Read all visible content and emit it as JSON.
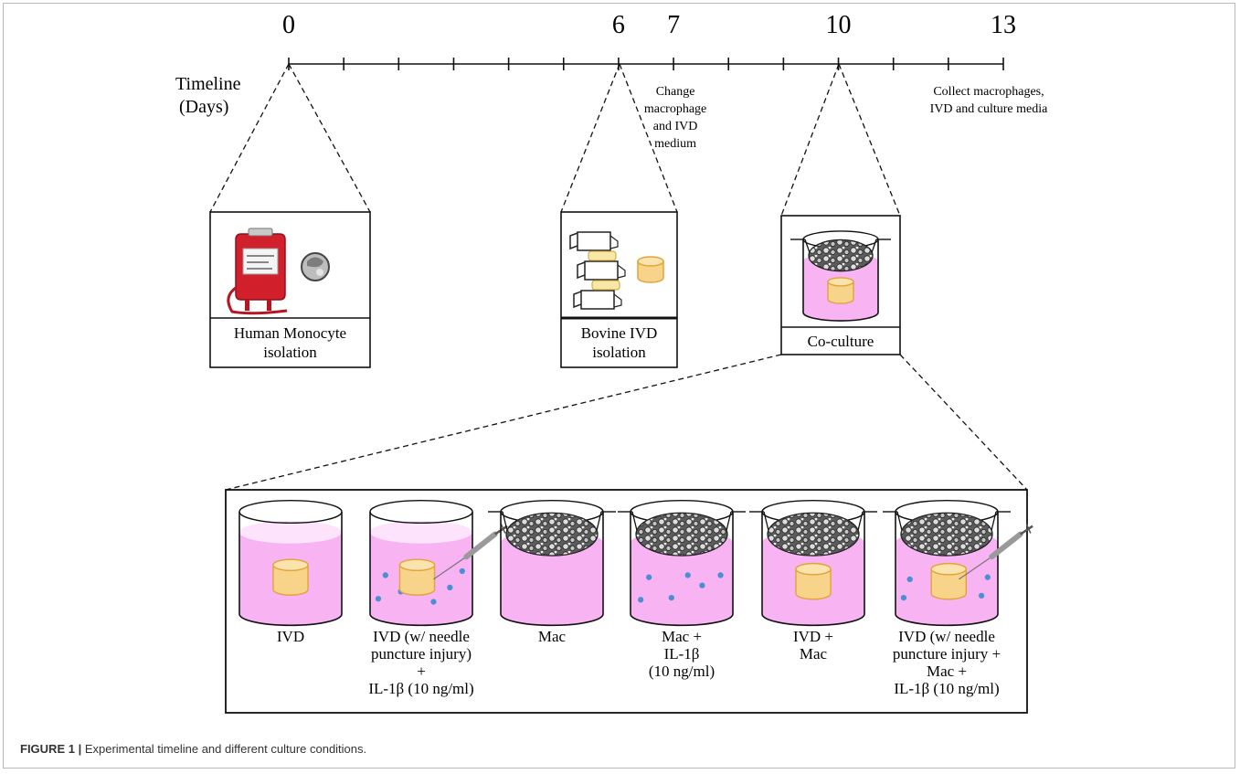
{
  "timeline": {
    "label_line1": "Timeline",
    "label_line2": "(Days)",
    "day_labels": [
      "0",
      "6",
      "7",
      "10",
      "13"
    ],
    "day_values": [
      0,
      6,
      7,
      10,
      13
    ],
    "total_days": 13,
    "notes": {
      "day7": [
        "Change",
        "macrophage",
        "and IVD",
        "medium"
      ],
      "day13": [
        "Collect macrophages,",
        "IVD and culture media"
      ]
    }
  },
  "stages": {
    "monocyte": [
      "Human Monocyte",
      "isolation"
    ],
    "ivd": [
      "Bovine IVD",
      "isolation"
    ],
    "coculture": [
      "Co-culture"
    ]
  },
  "conditions": [
    {
      "lines": [
        "IVD"
      ]
    },
    {
      "lines": [
        "IVD (w/ needle",
        "puncture injury)",
        "+",
        "IL-1β (10 ng/ml)"
      ]
    },
    {
      "lines": [
        "Mac"
      ]
    },
    {
      "lines": [
        "Mac +",
        "IL-1β",
        "(10 ng/ml)"
      ]
    },
    {
      "lines": [
        "IVD +",
        "Mac"
      ]
    },
    {
      "lines": [
        "IVD (w/ needle",
        "puncture injury +",
        "Mac +",
        "IL-1β (10 ng/ml)"
      ]
    }
  ],
  "caption": {
    "label": "FIGURE 1 |",
    "text": " Experimental timeline and different culture conditions."
  },
  "colors": {
    "medium": "#f7b3f2",
    "medium_light": "#fde3fb",
    "ivd": "#f7d48a",
    "ivd_edge": "#e0a43a",
    "dots": "#4a8fd4",
    "blood": "#d11f2c"
  }
}
